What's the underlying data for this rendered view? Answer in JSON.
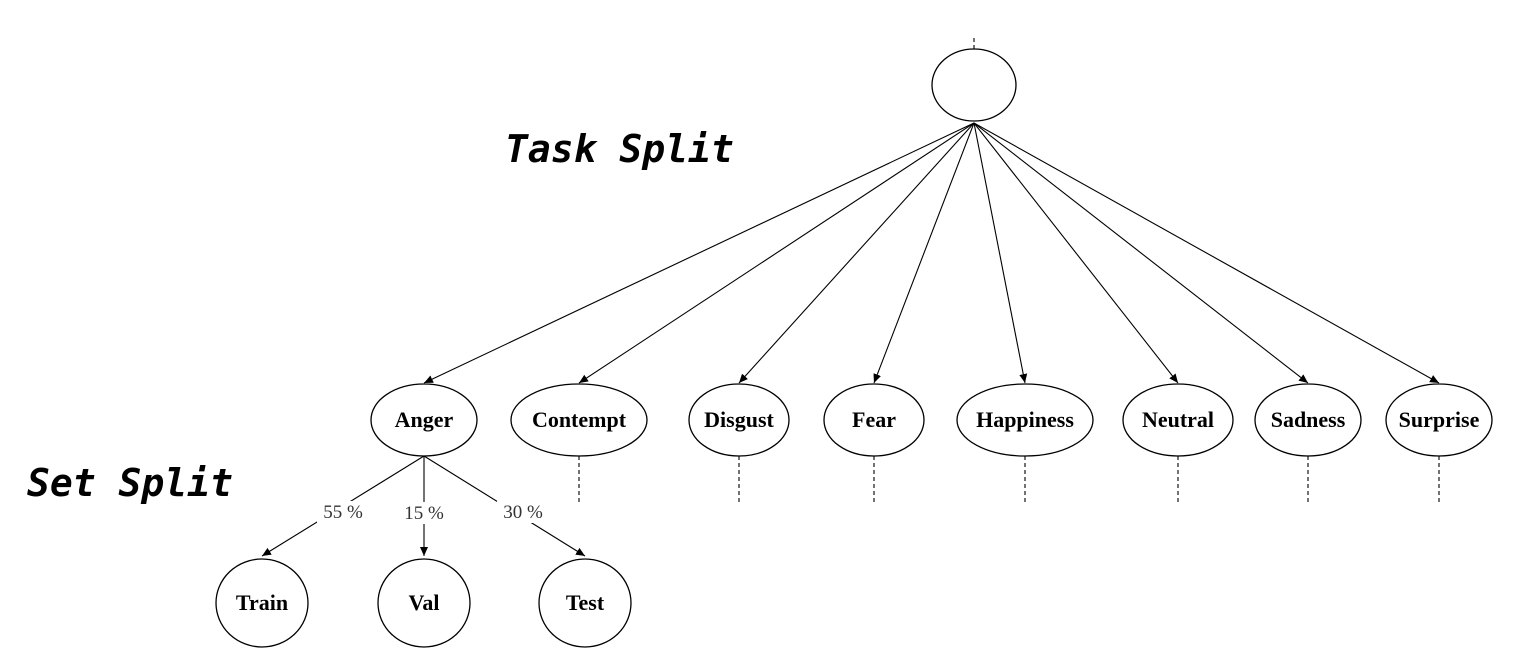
{
  "labels": {
    "task_split": "Task Split",
    "set_split": "Set Split"
  },
  "root": {
    "label": ""
  },
  "emotions": [
    {
      "label": "Anger"
    },
    {
      "label": "Contempt"
    },
    {
      "label": "Disgust"
    },
    {
      "label": "Fear"
    },
    {
      "label": "Happiness"
    },
    {
      "label": "Neutral"
    },
    {
      "label": "Sadness"
    },
    {
      "label": "Surprise"
    }
  ],
  "sets": [
    {
      "label": "Train",
      "percent": "55 %"
    },
    {
      "label": "Val",
      "percent": "15 %"
    },
    {
      "label": "Test",
      "percent": "30 %"
    }
  ],
  "colors": {
    "stroke": "#000000",
    "edge_label": "#333333",
    "background": "#ffffff"
  }
}
